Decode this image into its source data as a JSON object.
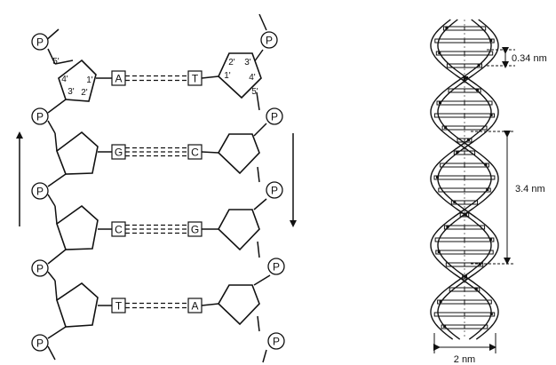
{
  "phosphate_label": "P",
  "base_pairs": [
    {
      "left": "A",
      "right": "T",
      "hbonds": 2
    },
    {
      "left": "G",
      "right": "C",
      "hbonds": 3
    },
    {
      "left": "C",
      "right": "G",
      "hbonds": 3
    },
    {
      "left": "T",
      "right": "A",
      "hbonds": 2
    }
  ],
  "carbon_labels": {
    "left": {
      "c5": "5'",
      "c4": "4'",
      "c3": "3'",
      "c2": "2'",
      "c1": "1'"
    },
    "right": {
      "c2": "2'",
      "c3": "3'",
      "c1": "1'",
      "c4": "4'",
      "c5": "5'"
    }
  },
  "strand_direction": {
    "left": "up",
    "right": "down"
  },
  "helix_measurements": {
    "rise_per_base": "0.34 nm",
    "pitch": "3.4 nm",
    "diameter": "2 nm"
  }
}
